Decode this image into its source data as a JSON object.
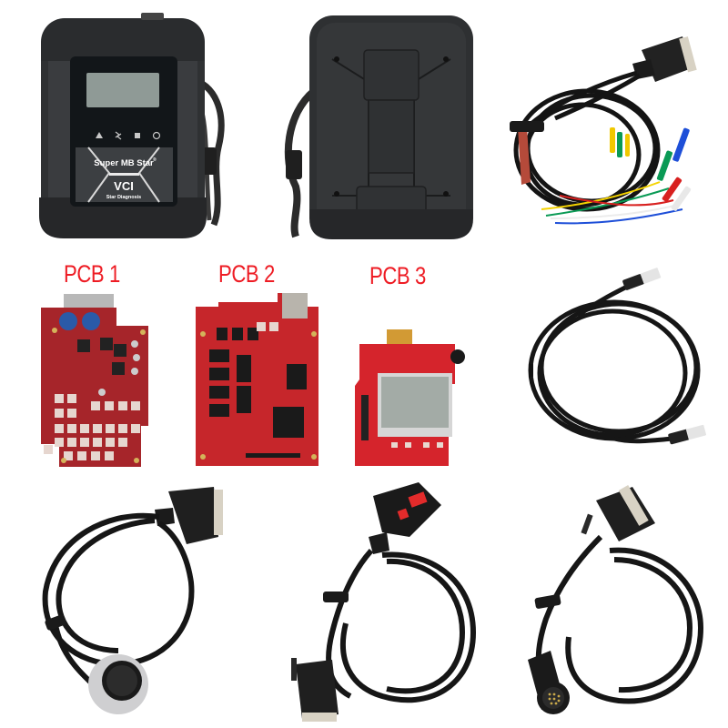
{
  "collage": {
    "background": "#ffffff",
    "label_color": "#ee1c24"
  },
  "vci_device": {
    "front": {
      "brand_text": "Super MB Star",
      "registered_mark": "®",
      "model_text": "VCI",
      "subtitle_text": "Star Diagnosis",
      "status_icons": [
        "warning-icon",
        "transfer-icon",
        "network-icon",
        "power-icon"
      ]
    },
    "back": {}
  },
  "pcb_labels": {
    "pcb1": "PCB 1",
    "pcb2": "PCB 2",
    "pcb3": "PCB 3"
  },
  "cables": {
    "multiplexer_cable": {
      "wire_colors": [
        "#f5d300",
        "#0a9a55",
        "#1e4fd8",
        "#d8201f",
        "#f2f2f2"
      ]
    },
    "rj45_cable": {},
    "cable_38pin": {},
    "obd2_16pin_cable": {
      "accent": "#e32b2b"
    },
    "cable_14pin": {}
  }
}
